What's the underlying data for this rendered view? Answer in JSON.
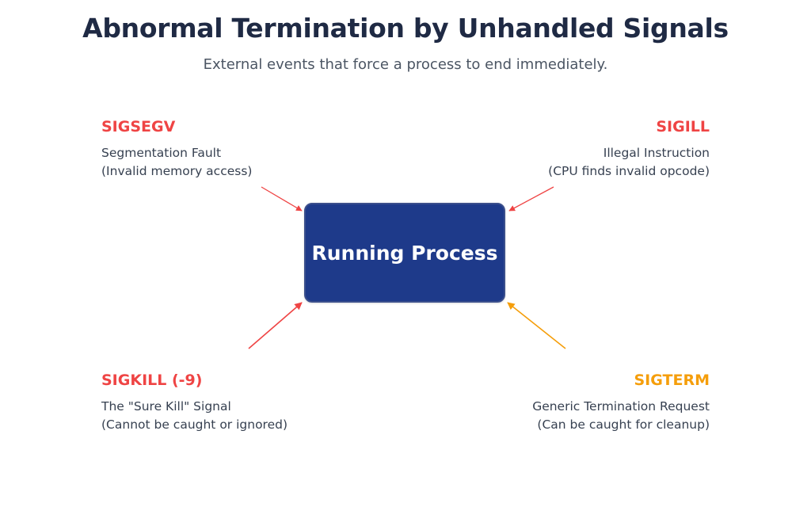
{
  "header": {
    "title": "Abnormal Termination by Unhandled Signals",
    "subtitle": "External events that force a process to end immediately."
  },
  "center": {
    "label": "Running Process",
    "color": "#1e3a8a"
  },
  "signals": {
    "sigsegv": {
      "name": "SIGSEGV",
      "line1": "Segmentation Fault",
      "line2": "(Invalid memory access)",
      "color": "#ef4444"
    },
    "sigill": {
      "name": "SIGILL",
      "line1": "Illegal Instruction",
      "line2": "(CPU finds invalid opcode)",
      "color": "#ef4444"
    },
    "sigkill": {
      "name": "SIGKILL (-9)",
      "line1": "The \"Sure Kill\" Signal",
      "line2": "(Cannot be caught or ignored)",
      "color": "#ef4444"
    },
    "sigterm": {
      "name": "SIGTERM",
      "line1": "Generic Termination Request",
      "line2": "(Can be caught for cleanup)",
      "color": "#f59e0b"
    }
  }
}
